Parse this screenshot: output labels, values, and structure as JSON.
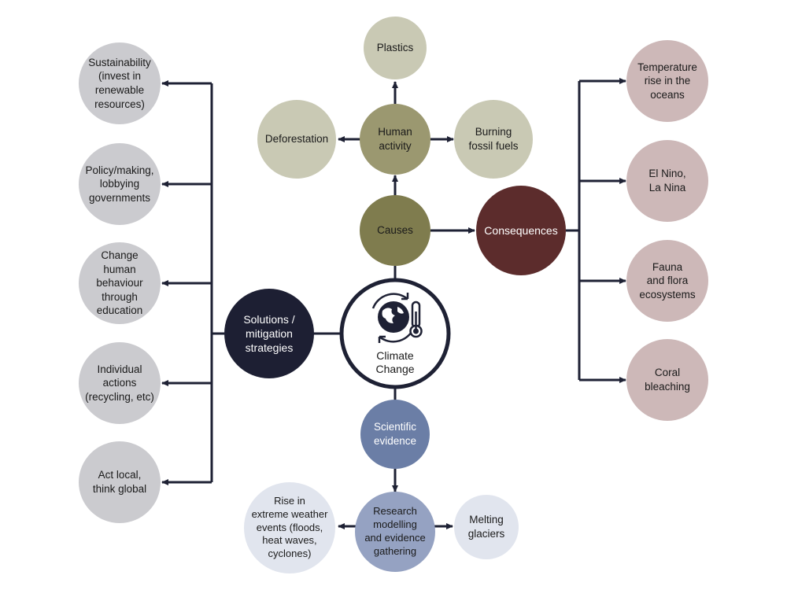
{
  "center": {
    "label": "Climate\nChange",
    "icon": "globe-thermometer-icon"
  },
  "colors": {
    "line": "#1e2134",
    "causes": "#7f7c4e",
    "causes_children": "#c9c9b4",
    "human_activity": "#9b9870",
    "consequences": "#5c2c2c",
    "consequences_children": "#cdb8b8",
    "solutions": "#1d1f33",
    "solutions_children": "#cbcbcf",
    "evidence": "#6b7ea6",
    "research": "#95a2c2",
    "evidence_children": "#e1e5ee"
  },
  "causes": {
    "label": "Causes",
    "human_activity": "Human\nactivity",
    "plastics": "Plastics",
    "deforestation": "Deforestation",
    "burning": "Burning\nfossil fuels"
  },
  "consequences": {
    "label": "Consequences",
    "items": [
      "Temperature\nrise in the\noceans",
      "El Nino,\nLa Nina",
      "Fauna\nand flora\necosystems",
      "Coral\nbleaching"
    ]
  },
  "solutions": {
    "label": "Solutions /\nmitigation\nstrategies",
    "items": [
      "Sustainability\n(invest in\nrenewable\nresources)",
      "Policy/making,\nlobbying\ngovernments",
      "Change\nhuman\nbehaviour\nthrough\neducation",
      "Individual\nactions\n(recycling, etc)",
      "Act local,\nthink global"
    ]
  },
  "evidence": {
    "label": "Scientific\nevidence",
    "research": "Research\nmodelling\nand evidence\ngathering",
    "extreme": "Rise in\nextreme weather\nevents (floods,\nheat waves,\ncyclones)",
    "glaciers": "Melting\nglaciers"
  }
}
